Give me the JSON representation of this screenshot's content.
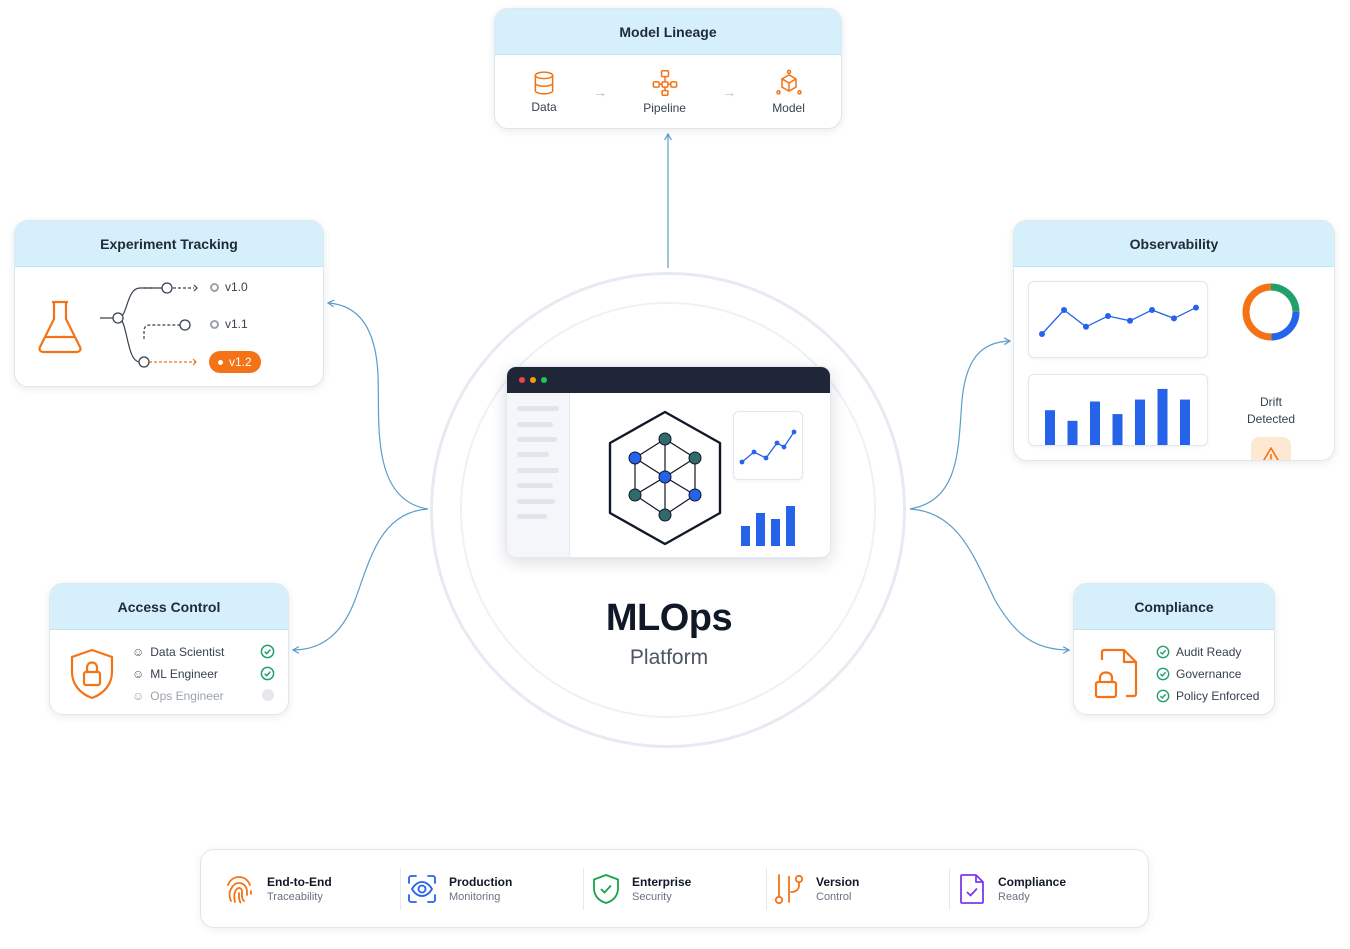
{
  "lineage": {
    "title": "Model Lineage",
    "steps": [
      {
        "label": "Data",
        "icon": "database-icon"
      },
      {
        "label": "Pipeline",
        "icon": "pipeline-icon"
      },
      {
        "label": "Model",
        "icon": "cube-model-icon"
      }
    ]
  },
  "experiment": {
    "title": "Experiment Tracking",
    "icon": "flask-icon",
    "versions": [
      "v1.0",
      "v1.1",
      "v1.2"
    ],
    "active_version": "v1.2"
  },
  "access": {
    "title": "Access Control",
    "icon": "shield-lock-icon",
    "roles": [
      {
        "label": "Data Scientist",
        "granted": true
      },
      {
        "label": "ML Engineer",
        "granted": true
      },
      {
        "label": "Ops Engineer",
        "granted": false
      }
    ]
  },
  "observability": {
    "title": "Observability",
    "drift_label_line1": "Drift",
    "drift_label_line2": "Detected",
    "drift_icon": "warning-icon",
    "line_values": [
      3,
      5,
      3.6,
      4.5,
      4.1,
      5,
      4.3,
      5.2
    ],
    "bar_values": [
      3.6,
      2.5,
      4.5,
      3.2,
      4.7,
      5.8,
      4.7
    ]
  },
  "compliance": {
    "title": "Compliance",
    "icon": "document-lock-icon",
    "items": [
      "Audit Ready",
      "Governance",
      "Policy Enforced"
    ]
  },
  "hub": {
    "title": "MLOps",
    "subtitle": "Platform"
  },
  "features": [
    {
      "title": "End-to-End",
      "subtitle": "Traceability",
      "icon": "fingerprint-icon",
      "color": "#f47316"
    },
    {
      "title": "Production",
      "subtitle": "Monitoring",
      "icon": "eye-icon",
      "color": "#2563eb"
    },
    {
      "title": "Enterprise",
      "subtitle": "Security",
      "icon": "shield-check-icon",
      "color": "#16a34a"
    },
    {
      "title": "Version",
      "subtitle": "Control",
      "icon": "git-branch-icon",
      "color": "#f47316"
    },
    {
      "title": "Compliance",
      "subtitle": "Ready",
      "icon": "document-check-icon",
      "color": "#7c3aed"
    }
  ],
  "colors": {
    "accent_orange": "#f47316",
    "accent_blue": "#2563eb",
    "header_blue": "#d6f0fb",
    "check_green": "#22a06b",
    "connector": "#5b9ec9"
  }
}
